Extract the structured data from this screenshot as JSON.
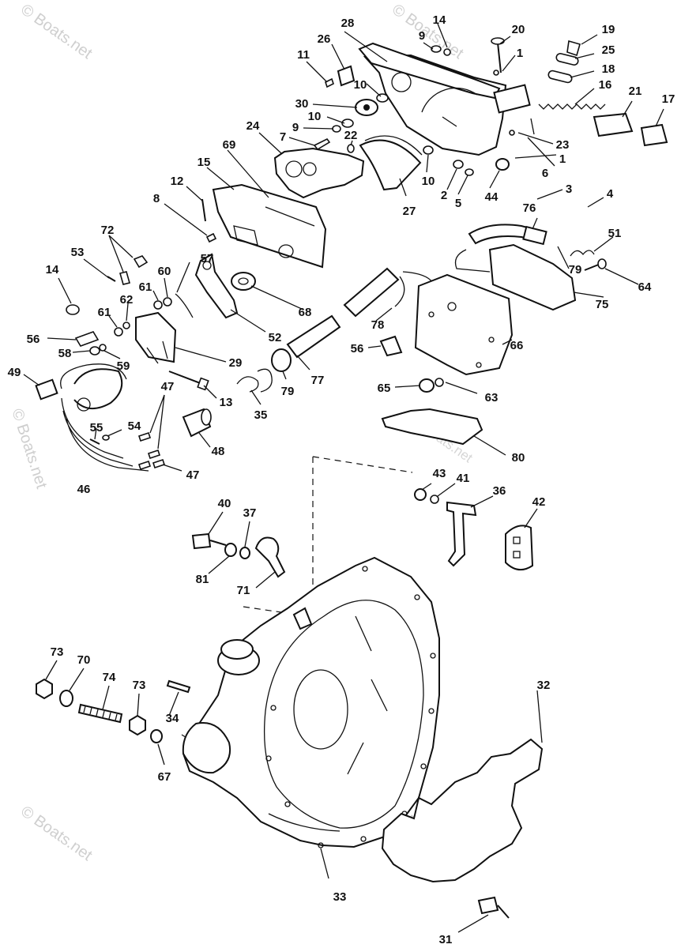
{
  "watermark": {
    "text": "© Boats.net"
  },
  "callouts": [
    "1",
    "2",
    "3",
    "4",
    "5",
    "6",
    "7",
    "8",
    "9",
    "10",
    "11",
    "12",
    "13",
    "14",
    "15",
    "16",
    "17",
    "18",
    "19",
    "20",
    "21",
    "22",
    "23",
    "24",
    "25",
    "26",
    "27",
    "28",
    "29",
    "30",
    "31",
    "32",
    "33",
    "34",
    "35",
    "36",
    "37",
    "40",
    "41",
    "42",
    "43",
    "44",
    "46",
    "47",
    "48",
    "49",
    "51",
    "52",
    "53",
    "54",
    "55",
    "56",
    "57",
    "58",
    "59",
    "60",
    "61",
    "62",
    "63",
    "64",
    "65",
    "66",
    "67",
    "68",
    "69",
    "70",
    "71",
    "72",
    "73",
    "74",
    "75",
    "76",
    "77",
    "78",
    "79",
    "80",
    "81"
  ]
}
